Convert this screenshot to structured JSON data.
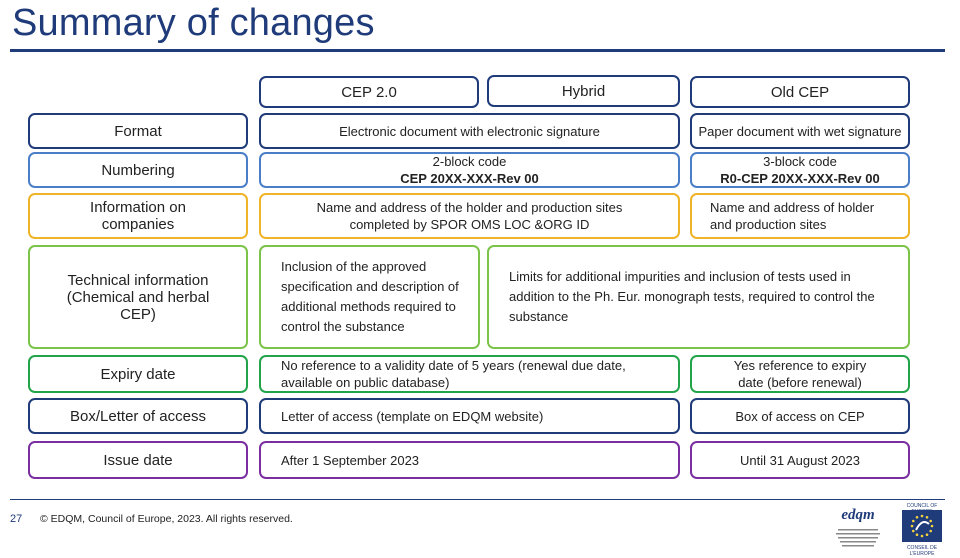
{
  "title": "Summary of changes",
  "columns": {
    "cep20": "CEP 2.0",
    "hybrid": "Hybrid",
    "old": "Old CEP"
  },
  "rows": {
    "format": {
      "label": "Format",
      "new": "Electronic document with electronic signature",
      "old": "Paper document with wet signature"
    },
    "numbering": {
      "label": "Numbering",
      "new_line1": "2-block code",
      "new_line2": "CEP 20XX-XXX-Rev 00",
      "old_line1": "3-block code",
      "old_line2": "R0-CEP 20XX-XXX-Rev 00"
    },
    "companies": {
      "label": "Information on companies",
      "new": "Name and address of the holder and production sites completed by SPOR OMS LOC &ORG ID",
      "old": "Name and address of holder and production sites"
    },
    "technical": {
      "label": "Technical information (Chemical and herbal CEP)",
      "new": "Inclusion of the approved specification and description of additional methods required to control the substance",
      "hybrid_old": "Limits for additional impurities and inclusion of tests used in addition to the Ph. Eur. monograph tests, required to control the substance"
    },
    "expiry": {
      "label": "Expiry date",
      "new": "No reference to a validity date of 5 years (renewal due date, available on public database)",
      "old": "Yes reference to expiry date (before renewal)"
    },
    "access": {
      "label": "Box/Letter of access",
      "new": "Letter of access (template on EDQM website)",
      "old": "Box of access on CEP"
    },
    "issue": {
      "label": "Issue date",
      "new": "After 1 September 2023",
      "old": "Until 31 August 2023"
    }
  },
  "footer": {
    "page": "27",
    "copyright": "© EDQM, Council of Europe, 2023. All rights reserved.",
    "edqm_logo": "edqm",
    "coe_top": "COUNCIL OF EUROPE",
    "coe_bottom": "CONSEIL DE L'EUROPE"
  },
  "colors": {
    "navy": "#1f3b7a",
    "blue": "#4a7fc8",
    "orange": "#f0b428",
    "light_green": "#7cc34a",
    "dark_green": "#24a44a",
    "purple": "#7a2ea0"
  }
}
